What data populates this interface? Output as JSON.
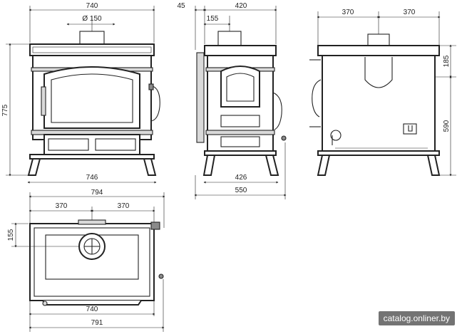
{
  "dimensions": {
    "front": {
      "width_top": "740",
      "flue_diameter": "Ø 150",
      "height": "775",
      "width_bottom": "746"
    },
    "side": {
      "offset": "45",
      "depth_top": "420",
      "flue_offset": "155",
      "depth_feet": "426",
      "depth_total": "550"
    },
    "back": {
      "half_left": "370",
      "half_right": "370",
      "top_to_flue": "185",
      "flue_height": "590"
    },
    "top": {
      "width_overall": "794",
      "half_left": "370",
      "half_right": "370",
      "flue_offset": "155",
      "width_body": "740",
      "width_base": "791"
    }
  },
  "watermark": "catalog.onliner.by"
}
